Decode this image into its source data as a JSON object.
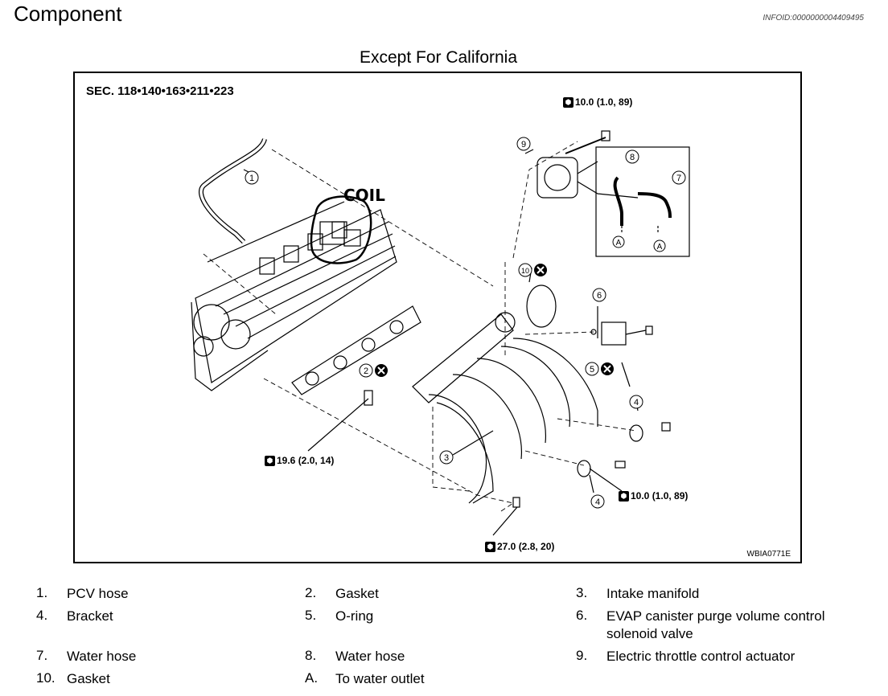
{
  "header": {
    "title": "Component",
    "info_id": "INFOID:0000000004409495"
  },
  "diagram": {
    "title": "Except For California",
    "section": "SEC. 118•140•163•211•223",
    "figure_id": "WBIA0771E",
    "annotation": "COIL",
    "torques": {
      "top": "10.0 (1.0, 89)",
      "left": "19.6 (2.0, 14)",
      "right": "10.0 (1.0, 89)",
      "bottom": "27.0 (2.8, 20)"
    },
    "callouts": {
      "c1": "1",
      "c2": "2",
      "c3": "3",
      "c4a": "4",
      "c4b": "4",
      "c5": "5",
      "c6": "6",
      "c7": "7",
      "c8": "8",
      "c9": "9",
      "c10": "10",
      "a1": "A",
      "a2": "A"
    },
    "icons": {
      "torque": "torque-wrench-icon",
      "no_reuse": "do-not-reuse-icon"
    }
  },
  "legend": [
    {
      "num": "1.",
      "text": "PCV hose"
    },
    {
      "num": "2.",
      "text": "Gasket"
    },
    {
      "num": "3.",
      "text": "Intake manifold"
    },
    {
      "num": "4.",
      "text": "Bracket"
    },
    {
      "num": "5.",
      "text": "O-ring"
    },
    {
      "num": "6.",
      "text": "EVAP canister purge volume control solenoid valve"
    },
    {
      "num": "7.",
      "text": "Water hose"
    },
    {
      "num": "8.",
      "text": "Water hose"
    },
    {
      "num": "9.",
      "text": "Electric throttle control actuator"
    },
    {
      "num": "10.",
      "text": "Gasket"
    },
    {
      "num": "A.",
      "text": "To water outlet"
    }
  ]
}
